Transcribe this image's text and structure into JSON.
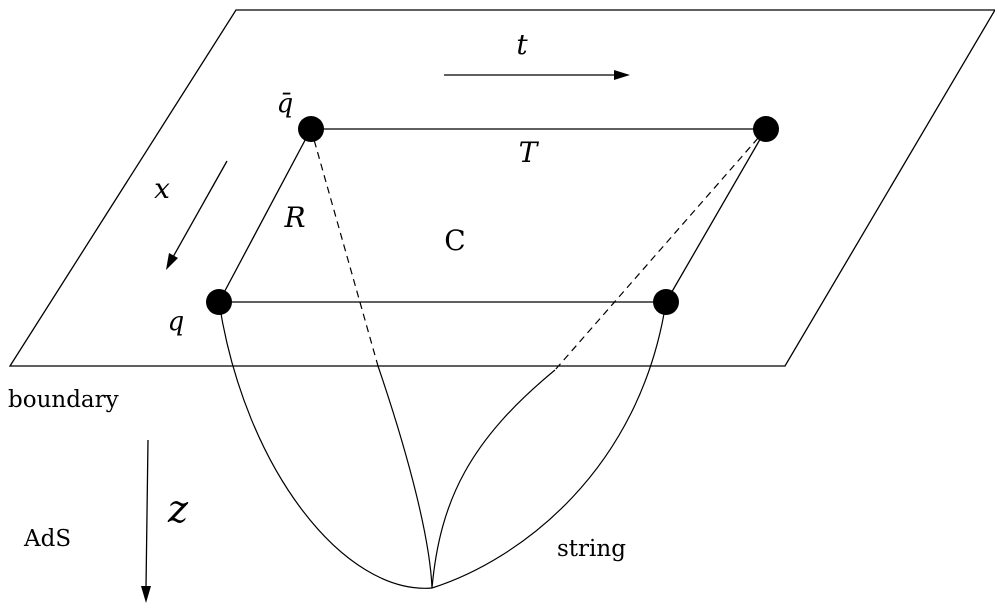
{
  "labels": {
    "t": "t",
    "x": "x",
    "q_bar": "q̄",
    "q": "q",
    "R": "R",
    "T": "T",
    "C": "C",
    "boundary": "boundary",
    "z": "z",
    "AdS": "AdS",
    "string": "string"
  },
  "colors": {
    "ink": "#000000",
    "background": "#ffffff"
  }
}
